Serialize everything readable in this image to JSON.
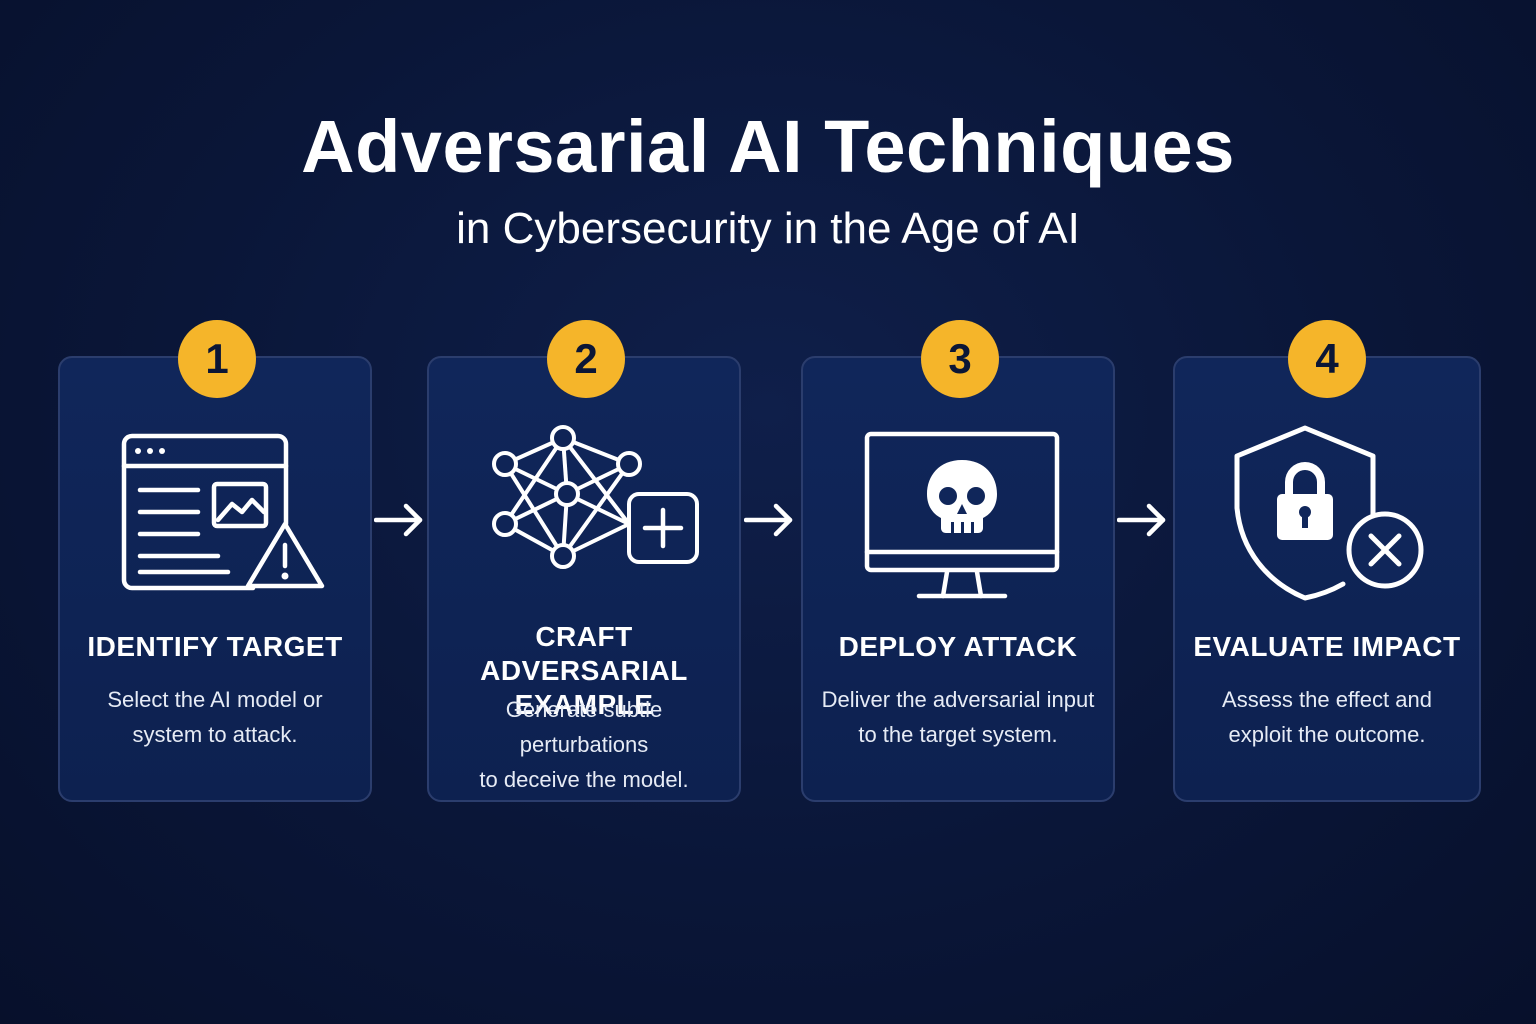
{
  "header": {
    "title": "Adversarial AI Techniques",
    "subtitle": "in Cybersecurity in the Age of AI"
  },
  "colors": {
    "background": "#0a1638",
    "card": "#10265a",
    "card_border": "#2b3d6d",
    "badge": "#f5b52a",
    "text": "#ffffff"
  },
  "steps": [
    {
      "number": "1",
      "title": "IDENTIFY TARGET",
      "description_lines": [
        "Select the AI model or",
        "system to attack."
      ],
      "icon": "browser-warning-icon"
    },
    {
      "number": "2",
      "title_lines": [
        "CRAFT ADVERSARIAL",
        "EXAMPLE"
      ],
      "description_lines": [
        "Generate subtle perturbations",
        "to deceive the model."
      ],
      "icon": "neural-network-plus-icon"
    },
    {
      "number": "3",
      "title": "DEPLOY ATTACK",
      "description_lines": [
        "Deliver the adversarial input",
        "to the target system."
      ],
      "icon": "monitor-skull-icon"
    },
    {
      "number": "4",
      "title": "EVALUATE IMPACT",
      "description_lines": [
        "Assess the effect and",
        "exploit the outcome."
      ],
      "icon": "shield-lock-x-icon"
    }
  ]
}
